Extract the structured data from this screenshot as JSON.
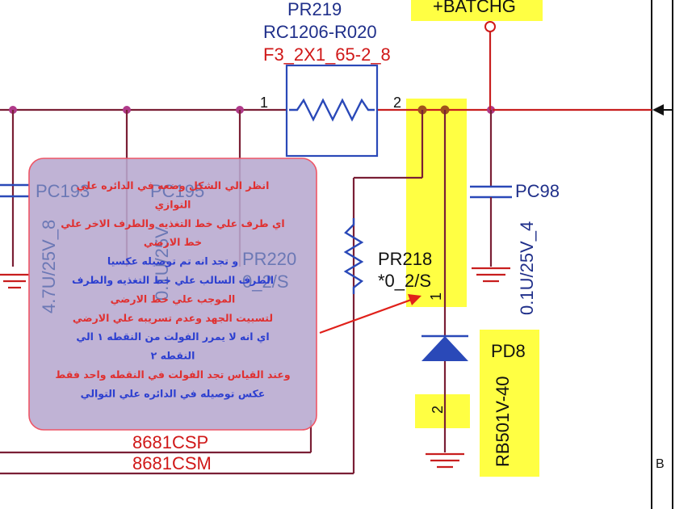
{
  "labels": {
    "batchg": "+BATCHG",
    "pr219_ref": "PR219",
    "pr219_value": "RC1206-R020",
    "pr219_footprint": "F3_2X1_65-2_8",
    "pin_1": "1",
    "pin_2": "2",
    "pc98_ref": "PC98",
    "pc98_value": "0.1U/25V_4",
    "pr218_ref": "PR218",
    "pr218_value": "*0_2/S",
    "pr218_pin": "1",
    "pd8_ref": "PD8",
    "pd8_value": "RB501V-40",
    "pd8_pin": "2",
    "net_csp": "8681CSP",
    "net_csm": "8681CSM",
    "sheet_letter": "B",
    "pc193_ref": "PC193",
    "pc195_ref": "PC195",
    "left_cap_value": "4.7U/25V_8",
    "mid_cap_value": "0.1U/25V",
    "pr220_ref": "PR220",
    "pr220_value": "0_2/S"
  },
  "note": {
    "lines": [
      {
        "text": "انظر الي الشكل وضعه في الدائره علي",
        "color": "#e03030"
      },
      {
        "text": "التوازي",
        "color": "#e03030"
      },
      {
        "text": "اي طرف علي خط التغذيه والطرف الاخر علي",
        "color": "#e03030"
      },
      {
        "text": "خط الارضي",
        "color": "#e03030"
      },
      {
        "text": "و تجد انه تم توصيله عكسيا",
        "color": "#2c3fd0"
      },
      {
        "text": "الطرف السالب علي خط التغذيه والطرف",
        "color": "#2c3fd0"
      },
      {
        "text": "الموجب علي خط الارضي",
        "color": "#e03030"
      },
      {
        "text": "لتسبيت الجهد وعدم تسريبه علي الارضي",
        "color": "#e03030"
      },
      {
        "text": "اي انه لا يمرر الفولت من النقطه ١ الي",
        "color": "#2c3fd0"
      },
      {
        "text": "النقطه ٢",
        "color": "#2c3fd0"
      },
      {
        "text": "وعند القياس تجد الفولت في النقطه واحد فقط",
        "color": "#e03030"
      },
      {
        "text": "عكس توصيله في الدائره علي التوالي",
        "color": "#2c3fd0"
      }
    ]
  },
  "colors": {
    "wire": "#7a1f35",
    "highlight": "#ffff33",
    "component": "#2a49b8",
    "note_fill": "#b7a9cf",
    "note_border": "#ee5566",
    "arrow": "#e0201a"
  }
}
